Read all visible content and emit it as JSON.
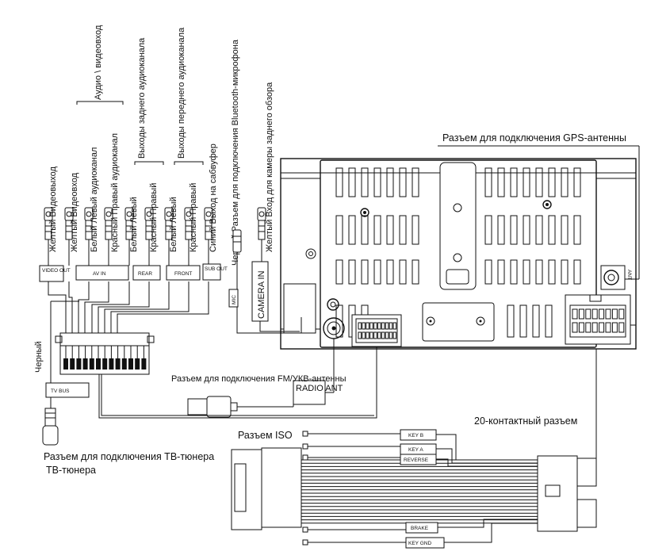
{
  "rca_wire_labels": [
    "Желтый Видеовыход",
    "Желтый Видеовход",
    "Белый Левый аудиоканал",
    "Красный Правый аудиоканал",
    "Белый Левый",
    "Красный Правый",
    "Белый Левый",
    "Красный Правый",
    "Синий Выход на сабвуфер",
    "Черный Разъем для подключения Bluetooth-микрофона",
    "Желтый Вход для камеры заднего обзора"
  ],
  "group_labels": {
    "av_in": "Аудио \\ видеовход",
    "rear": "Выходы заднего аудиоканала",
    "front": "Выходы переднего аудиоканала"
  },
  "port_boxes": {
    "video_out": "VIDEO OUT",
    "av_in": "AV IN",
    "rear": "REAR",
    "front": "FRONT",
    "sub_out": "SUB OUT",
    "mic": "MIC",
    "camera_in": "CAMERA IN",
    "radio_ant": "RADIO ANT",
    "tv_bus": "TV BUS",
    "ant": "ANT"
  },
  "black_label": "Черный",
  "callouts": {
    "gps": "Разъем для подключения GPS-антенны",
    "fm": "Разъем для подключения FM/УКВ-антенны",
    "tv": "Разъем для подключения ТВ-тюнера",
    "pin20": "20-контактный разъем",
    "iso": "Разъем ISO"
  },
  "harness_tags": [
    "KEY B",
    "KEY A",
    "REVERSE",
    "BRAKE",
    "KEY GND"
  ]
}
